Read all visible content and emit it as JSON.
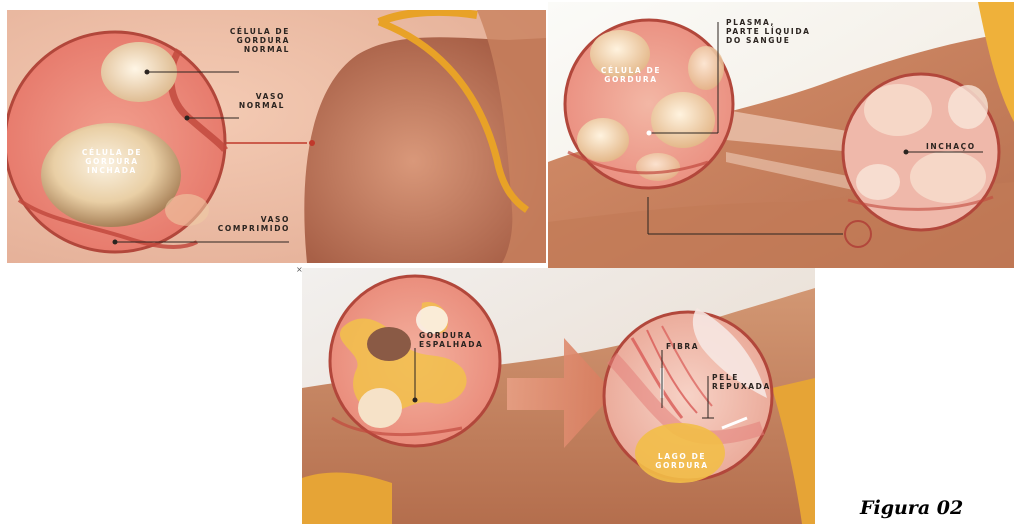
{
  "panel_top_left": {
    "labels": {
      "normal_fat_cell": "CÉLULA DE\nGORDURA\nNORMAL",
      "normal_vessel": "VASO\nNORMAL",
      "swollen_fat_cell": "CÉLULA DE\nGORDURA\nINCHADA",
      "compressed_vessel": "VASO\nCOMPRIMIDO"
    }
  },
  "panel_top_right": {
    "labels": {
      "fat_cell": "CÉLULA DE\nGORDURA",
      "plasma": "PLASMA,\nPARTE LÍQUIDA\nDO SANGUE",
      "swelling": "INCHAÇO"
    }
  },
  "panel_bottom": {
    "labels": {
      "spread_fat": "GORDURA\nESPALHADA",
      "fiber": "FIBRA",
      "pulled_skin": "PELE\nREPUXADA",
      "fat_lake": "LAGO DE\nGORDURA"
    }
  },
  "caption": "Figura 02",
  "stray_mark": "×"
}
